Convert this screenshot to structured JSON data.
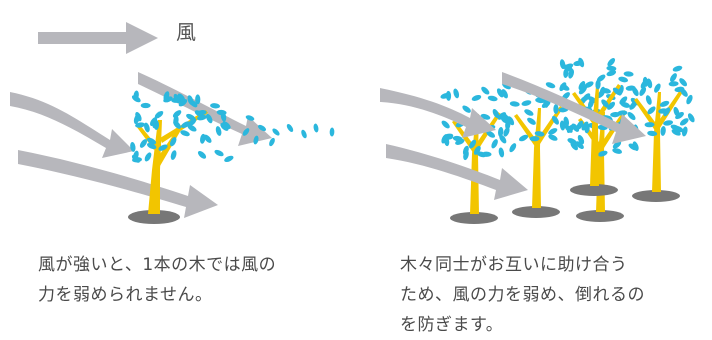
{
  "legend": {
    "label": "風",
    "icon": "right-arrow-icon"
  },
  "colors": {
    "wind": "#b7b7bc",
    "trunk": "#f2c500",
    "leaf": "#2bb7dd",
    "ground": "#777777",
    "text": "#4a4a4a"
  },
  "panels": [
    {
      "tree_count": 1,
      "caption_lines": [
        "風が強いと、1本の木では風の",
        "力を弱められません。"
      ]
    },
    {
      "tree_count": 5,
      "caption_lines": [
        "木々同士がお互いに助け合う",
        "ため、風の力を弱め、倒れるの",
        "を防ぎます。"
      ]
    }
  ]
}
